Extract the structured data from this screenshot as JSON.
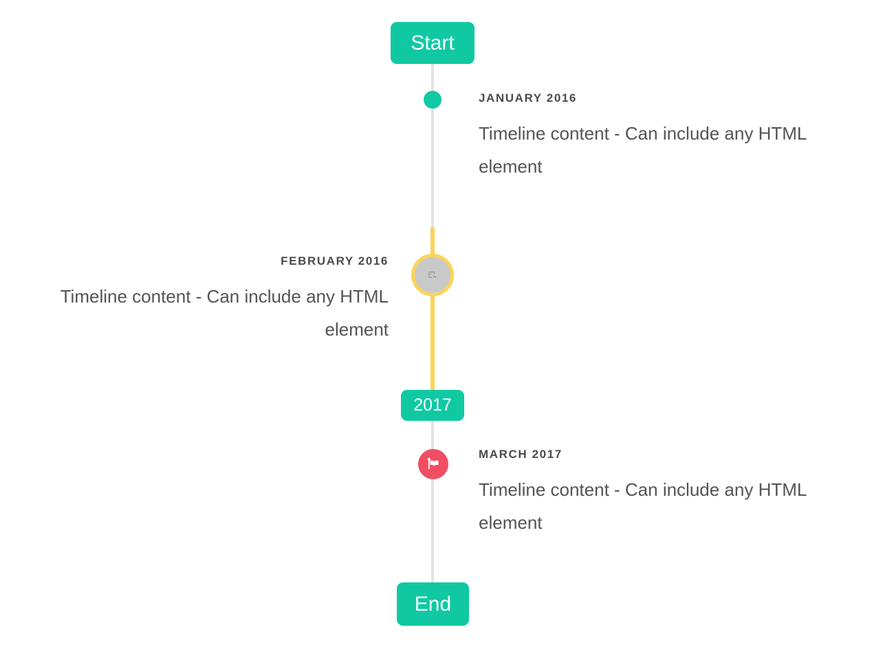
{
  "colors": {
    "accent-teal": "#10C9A3",
    "highlight-yellow": "#FAD45A",
    "flag-red": "#F14E64",
    "line-gray": "#E2E2E2",
    "marker-gray": "#C9C9C9",
    "title-text": "#4A4A4A",
    "body-text": "#545454"
  },
  "timeline": {
    "start_label": "Start",
    "year_badge": "2017",
    "end_label": "End",
    "entries": [
      {
        "title": "JANUARY 2016",
        "content": "Timeline content - Can include any HTML element",
        "side": "right",
        "marker_icon": "dot"
      },
      {
        "title": "FEBRUARY 2016",
        "content": "Timeline content - Can include any HTML element",
        "side": "left",
        "marker_icon": "broken-image"
      },
      {
        "title": "MARCH 2017",
        "content": "Timeline content - Can include any HTML element",
        "side": "right",
        "marker_icon": "flag"
      }
    ]
  }
}
